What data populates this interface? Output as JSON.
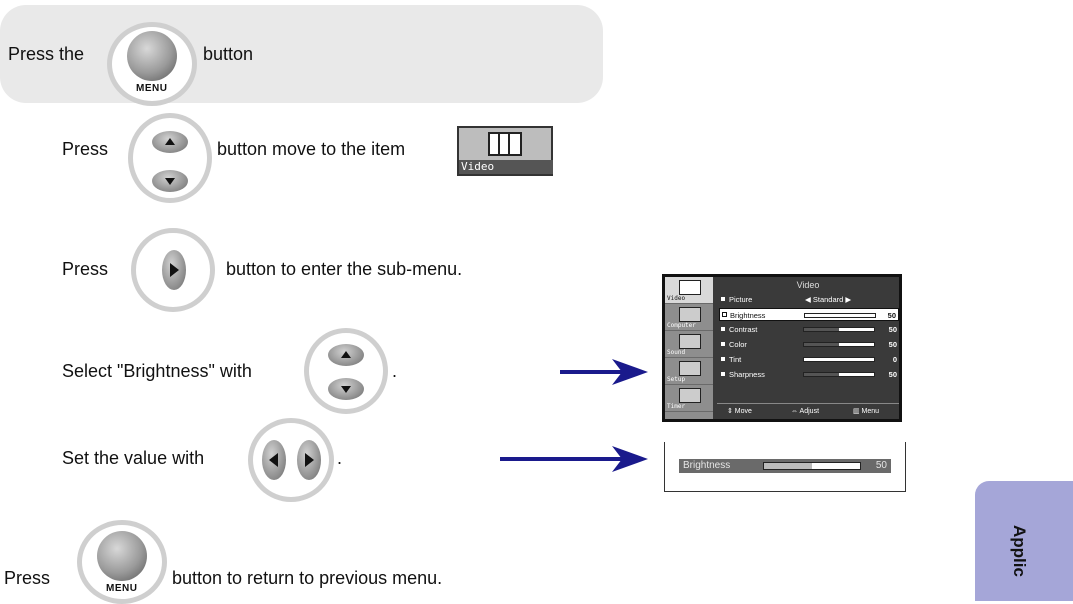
{
  "steps": {
    "s1_pre": "Press the",
    "s1_post": "button",
    "s2_pre": "Press",
    "s2_post": "button move to the item",
    "s3_pre": "Press",
    "s3_post": "button to enter the sub-menu.",
    "s4_pre": "Select \"Brightness\" with",
    "s4_post": ".",
    "s5_pre": "Set the value with",
    "s5_post": ".",
    "s6_pre": "Press",
    "s6_post": "button to return to previous menu."
  },
  "menu_button_label": "MENU",
  "video_thumb_label": "Video",
  "osd": {
    "title": "Video",
    "sidebar": [
      "Video",
      "Computer",
      "Sound",
      "Setup",
      "Timer"
    ],
    "rows": [
      {
        "name": "Picture",
        "text": "◀     Standard     ▶",
        "value": ""
      },
      {
        "name": "Brightness",
        "level": 1.0,
        "value": "50"
      },
      {
        "name": "Contrast",
        "level": 0.5,
        "value": "50"
      },
      {
        "name": "Color",
        "level": 0.5,
        "value": "50"
      },
      {
        "name": "Tint",
        "level": 0.0,
        "value": "0"
      },
      {
        "name": "Sharpness",
        "level": 0.5,
        "value": "50"
      }
    ],
    "footer": {
      "move": "⇕ Move",
      "adjust": "⇔ Adjust",
      "menu": "▥ Menu"
    }
  },
  "brightness_strip": {
    "label": "Brightness",
    "level": 0.5,
    "value": "50"
  },
  "side_tab": "Applic"
}
